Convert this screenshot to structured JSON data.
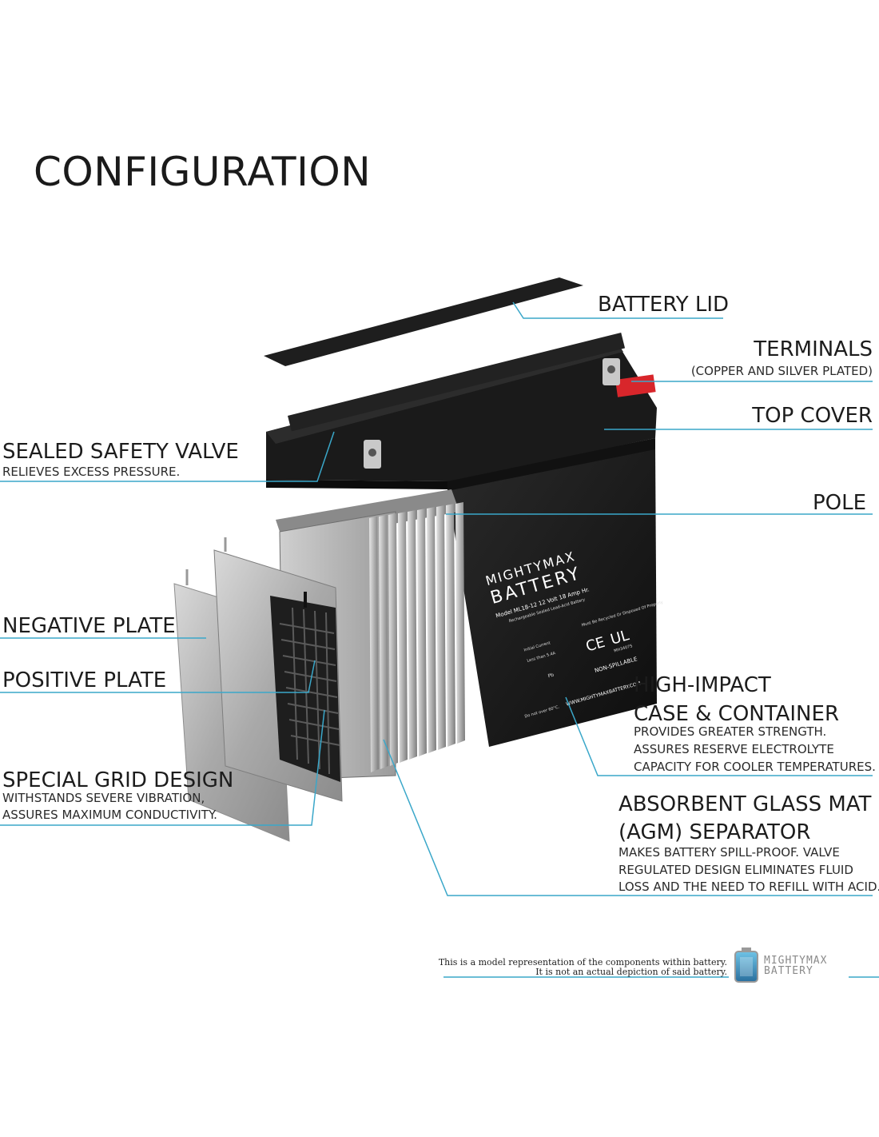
{
  "title": "CONFIGURATION",
  "labels": {
    "battery_lid": "BATTERY LID",
    "terminals": "TERMINALS",
    "terminals_sub": "(COPPER AND SILVER PLATED)",
    "top_cover": "TOP COVER",
    "sealed_valve": "SEALED SAFETY VALVE",
    "sealed_valve_sub": "RELIEVES EXCESS PRESSURE.",
    "pole": "POLE",
    "negative_plate": "NEGATIVE PLATE",
    "positive_plate": "POSITIVE PLATE",
    "grid_design": "SPECIAL GRID DESIGN",
    "grid_design_sub1": "WITHSTANDS SEVERE VIBRATION,",
    "grid_design_sub2": "ASSURES MAXIMUM CONDUCTIVITY.",
    "high_impact_1": "HIGH-IMPACT",
    "high_impact_2": "CASE & CONTAINER",
    "high_impact_sub1": "PROVIDES GREATER STRENGTH.",
    "high_impact_sub2": "ASSURES RESERVE ELECTROLYTE",
    "high_impact_sub3": "CAPACITY FOR COOLER TEMPERATURES.",
    "agm_1": "ABSORBENT GLASS MAT",
    "agm_2": "(AGM) SEPARATOR",
    "agm_sub1": "MAKES BATTERY SPILL-PROOF. VALVE",
    "agm_sub2": "REGULATED DESIGN ELIMINATES FLUID",
    "agm_sub3": "LOSS AND THE NEED TO REFILL WITH ACID."
  },
  "battery_label": {
    "brand_1": "MIGHTYMAX",
    "brand_2": "BATTERY",
    "model": "Model ML18-12  12 Volt 18 Amp Hr.",
    "type": "Rechargeable Sealed Lead-Acid Battery",
    "recycle": "Must Be Recycled Or Disposed Of Properly",
    "initial_current": "Initial Current",
    "less_than": "Less than 5.4A",
    "ce": "CE",
    "ul": "UL",
    "cert": "MH34075",
    "non_spillable": "NON-SPILLABLE",
    "website": "WWW.MIGHTYMAXBATTERY.COM",
    "pb": "Pb",
    "temp": "Do not over 60°C."
  },
  "footer": {
    "note_1": "This is a model representation of the components within battery.",
    "note_2": "It is not an actual depiction of said battery.",
    "logo_1": "MIGHTYMAX",
    "logo_2": "BATTERY"
  },
  "colors": {
    "leader_line": "#3aa7c9",
    "battery_body": "#1b1b1b",
    "plate": "#b9b9b9",
    "terminal_red": "#d8262b"
  }
}
